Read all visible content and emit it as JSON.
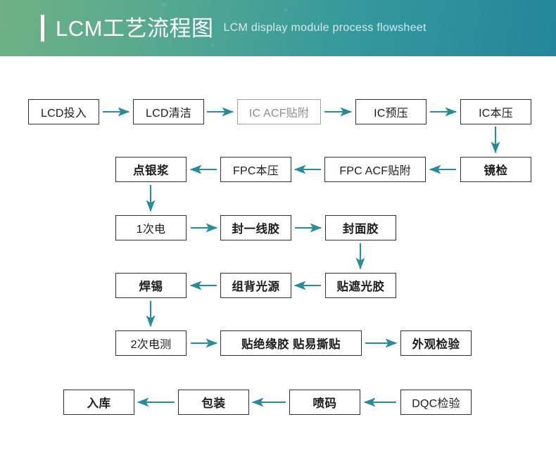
{
  "header": {
    "title_cn": "LCM工艺流程图",
    "title_en": "LCM display module process flowsheet",
    "gradient_from": "#6fb184",
    "gradient_to": "#23869b",
    "accent_bar_color": "#ffffff"
  },
  "theme": {
    "arrow_color": "#2b8a9a",
    "box_border": "#2e2e2e",
    "box_border_muted": "#a0a0a0",
    "text_color": "#1c1c1c",
    "text_color_muted": "#8d8d8d",
    "page_background": "#ffffff"
  },
  "chart_data": {
    "type": "diagram",
    "diagram_kind": "process-flowchart",
    "title": "LCM工艺流程图",
    "subtitle": "LCM display module process flowsheet",
    "flow_direction": "serpentine (boustrophedon): row1 left-to-right, row2 right-to-left, alternating",
    "node_count": 22,
    "nodes": [
      {
        "id": "n01",
        "label": "LCD投入",
        "row": 1,
        "col": 1,
        "style": "normal"
      },
      {
        "id": "n02",
        "label": "LCD清洁",
        "row": 1,
        "col": 2,
        "style": "normal"
      },
      {
        "id": "n03",
        "label": "IC ACF贴附",
        "row": 1,
        "col": 3,
        "style": "muted"
      },
      {
        "id": "n04",
        "label": "IC预压",
        "row": 1,
        "col": 4,
        "style": "normal"
      },
      {
        "id": "n05",
        "label": "IC本压",
        "row": 1,
        "col": 5,
        "style": "normal"
      },
      {
        "id": "n06",
        "label": "镜检",
        "row": 2,
        "col": 5,
        "style": "normal"
      },
      {
        "id": "n07",
        "label": "FPC ACF贴附",
        "row": 2,
        "col": 4,
        "style": "normal"
      },
      {
        "id": "n08",
        "label": "FPC本压",
        "row": 2,
        "col": 3,
        "style": "normal"
      },
      {
        "id": "n09",
        "label": "点银浆",
        "row": 2,
        "col": 2,
        "style": "normal"
      },
      {
        "id": "n10",
        "label": "1次电",
        "row": 3,
        "col": 2,
        "style": "normal"
      },
      {
        "id": "n11",
        "label": "封一线胶",
        "row": 3,
        "col": 3,
        "style": "normal"
      },
      {
        "id": "n12",
        "label": "封面胶",
        "row": 3,
        "col": 4,
        "style": "normal"
      },
      {
        "id": "n13",
        "label": "贴遮光胶",
        "row": 4,
        "col": 4,
        "style": "normal"
      },
      {
        "id": "n14",
        "label": "组背光源",
        "row": 4,
        "col": 3,
        "style": "normal"
      },
      {
        "id": "n15",
        "label": "焊锡",
        "row": 4,
        "col": 2,
        "style": "normal"
      },
      {
        "id": "n16",
        "label": "2次电测",
        "row": 5,
        "col": 2,
        "style": "normal"
      },
      {
        "id": "n17",
        "label": "贴绝缘胶 贴易撕贴",
        "row": 5,
        "col": 3,
        "style": "normal"
      },
      {
        "id": "n18",
        "label": "外观检验",
        "row": 5,
        "col": 4,
        "style": "normal"
      },
      {
        "id": "n19",
        "label": "DQC检验",
        "row": 6,
        "col": 4,
        "style": "normal"
      },
      {
        "id": "n20",
        "label": "喷码",
        "row": 6,
        "col": 3,
        "style": "normal"
      },
      {
        "id": "n21",
        "label": "包装",
        "row": 6,
        "col": 2,
        "style": "normal"
      },
      {
        "id": "n22",
        "label": "入库",
        "row": 6,
        "col": 1,
        "style": "normal"
      }
    ],
    "edges": [
      {
        "from": "LCD投入",
        "to": "LCD清洁",
        "direction": "right"
      },
      {
        "from": "LCD清洁",
        "to": "IC ACF贴附",
        "direction": "right"
      },
      {
        "from": "IC ACF贴附",
        "to": "IC预压",
        "direction": "right"
      },
      {
        "from": "IC预压",
        "to": "IC本压",
        "direction": "right"
      },
      {
        "from": "IC本压",
        "to": "镜检",
        "direction": "down"
      },
      {
        "from": "镜检",
        "to": "FPC ACF贴附",
        "direction": "left"
      },
      {
        "from": "FPC ACF贴附",
        "to": "FPC本压",
        "direction": "left"
      },
      {
        "from": "FPC本压",
        "to": "点银浆",
        "direction": "left"
      },
      {
        "from": "点银浆",
        "to": "1次电",
        "direction": "down"
      },
      {
        "from": "1次电",
        "to": "封一线胶",
        "direction": "right"
      },
      {
        "from": "封一线胶",
        "to": "封面胶",
        "direction": "right"
      },
      {
        "from": "封面胶",
        "to": "贴遮光胶",
        "direction": "down"
      },
      {
        "from": "贴遮光胶",
        "to": "组背光源",
        "direction": "left"
      },
      {
        "from": "组背光源",
        "to": "焊锡",
        "direction": "left"
      },
      {
        "from": "焊锡",
        "to": "2次电测",
        "direction": "down"
      },
      {
        "from": "2次电测",
        "to": "贴绝缘胶 贴易撕贴",
        "direction": "right"
      },
      {
        "from": "贴绝缘胶 贴易撕贴",
        "to": "外观检验",
        "direction": "right"
      },
      {
        "from": "DQC检验",
        "to": "喷码",
        "direction": "left"
      },
      {
        "from": "喷码",
        "to": "包装",
        "direction": "left"
      },
      {
        "from": "包装",
        "to": "入库",
        "direction": "left"
      }
    ]
  }
}
